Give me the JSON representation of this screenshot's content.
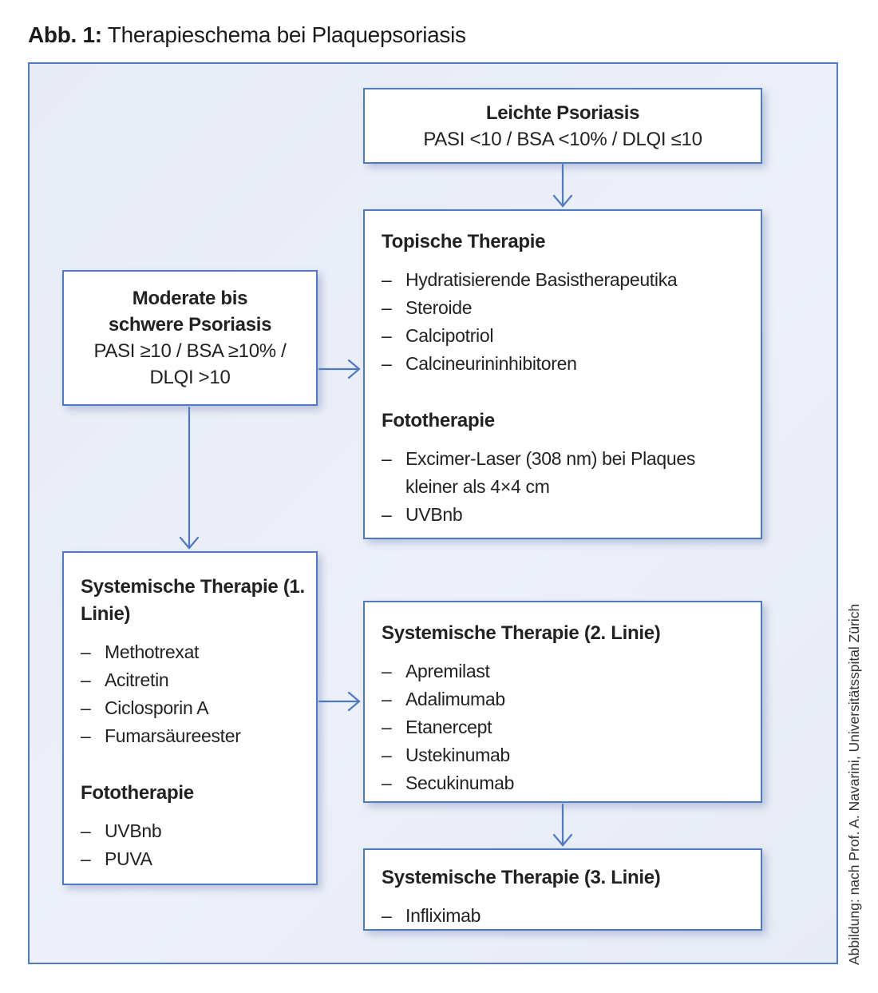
{
  "title": {
    "label": "Abb. 1:",
    "text": "Therapieschema bei Plaquepsoriasis"
  },
  "ui": {
    "bullet": "–"
  },
  "colors": {
    "accent_blue": "#4e7ac0",
    "panel_bg": "#e9edf7",
    "box_bg": "#ffffff",
    "text": "#222222"
  },
  "caption_vertical": "Abbildung: nach Prof. A. Navarini, Universitätsspital Zürich",
  "boxes": {
    "leichte": {
      "title": "Leichte Psoriasis",
      "subtitle": "PASI <10 / BSA <10% / DLQI ≤10"
    },
    "topische": {
      "sections": [
        {
          "heading": "Topische Therapie",
          "items": [
            "Hydratisierende Basistherapeutika",
            "Steroide",
            "Calcipotriol",
            "Calcineurininhibitoren"
          ]
        },
        {
          "heading": "Fototherapie",
          "items": [
            "Excimer-Laser (308 nm) bei Plaques kleiner als 4×4 cm",
            "UVBnb"
          ]
        }
      ]
    },
    "moderate": {
      "title_line1": "Moderate bis",
      "title_line2": "schwere Psoriasis",
      "subtitle_line1": "PASI ≥10 / BSA ≥10% /",
      "subtitle_line2": "DLQI >10"
    },
    "sys1": {
      "sections": [
        {
          "heading": "Systemische Therapie (1. Linie)",
          "items": [
            "Methotrexat",
            "Acitretin",
            "Ciclosporin A",
            "Fumarsäureester"
          ]
        },
        {
          "heading": "Fototherapie",
          "items": [
            "UVBnb",
            "PUVA"
          ]
        }
      ]
    },
    "sys2": {
      "heading": "Systemische Therapie (2. Linie)",
      "items": [
        "Apremilast",
        "Adalimumab",
        "Etanercept",
        "Ustekinumab",
        "Secukinumab"
      ]
    },
    "sys3": {
      "heading": "Systemische Therapie (3. Linie)",
      "items": [
        "Infliximab"
      ]
    }
  }
}
